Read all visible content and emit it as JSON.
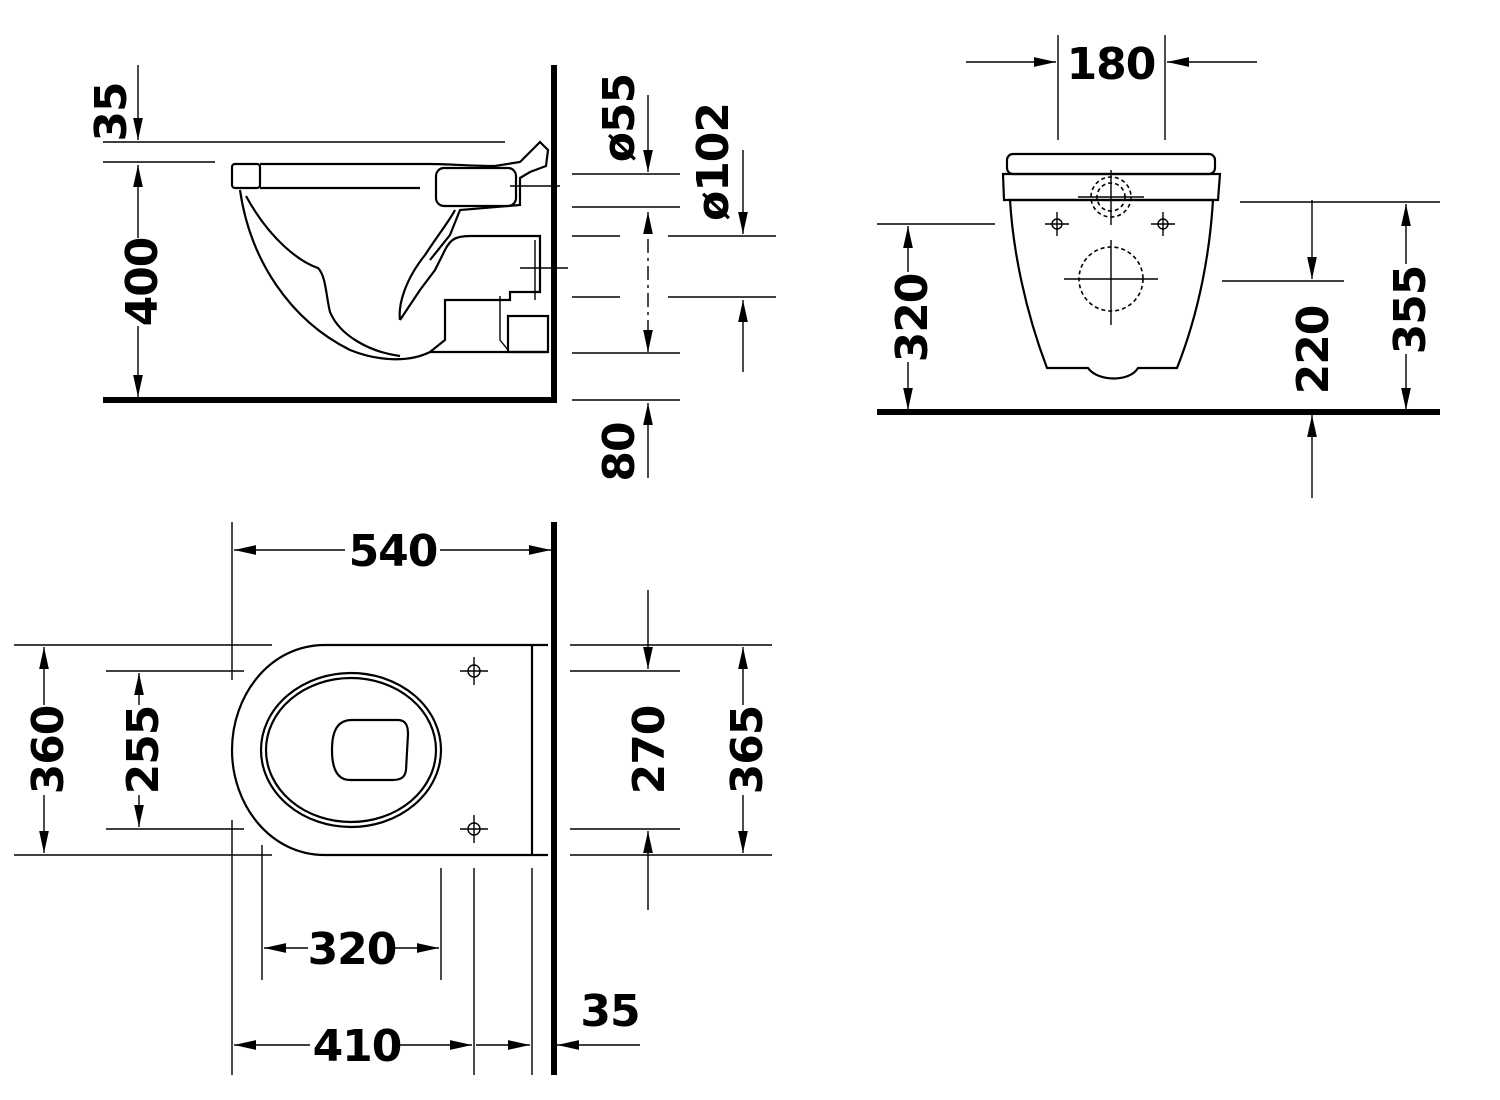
{
  "side_view": {
    "dim_top_gap": "35",
    "dim_height": "400",
    "dim_waste_diameter": "ø55",
    "dim_outlet_diameter": "ø102",
    "dim_floor_offset": "80"
  },
  "front_view": {
    "dim_fixing_spacing": "180",
    "dim_rim_height": "320",
    "dim_inlet_height": "220",
    "dim_fixing_height": "355"
  },
  "top_view": {
    "dim_length": "540",
    "dim_width": "360",
    "dim_seat_width": "255",
    "dim_bolt_spacing": "270",
    "dim_total_width": "365",
    "dim_inner_length": "320",
    "dim_bolt_distance": "410",
    "dim_wall_offset": "35"
  }
}
